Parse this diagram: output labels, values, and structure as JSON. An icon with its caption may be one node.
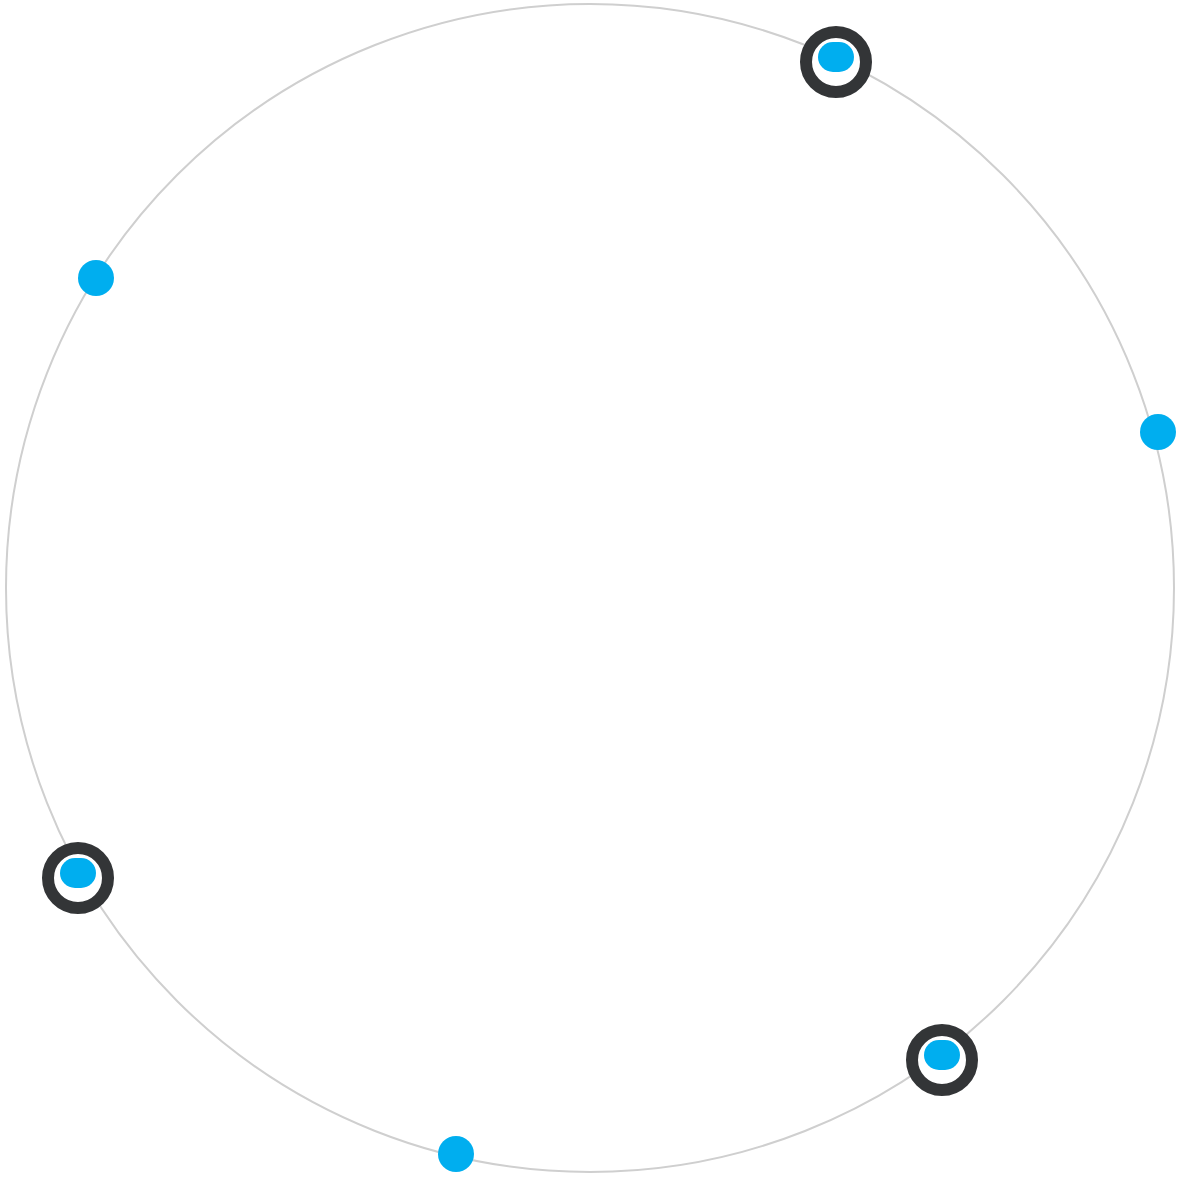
{
  "diagram": {
    "nodes": [
      {
        "text": [],
        "shape": "ring"
      },
      {
        "text": [],
        "shape": "circle"
      },
      {
        "text": [],
        "shape": "circle"
      },
      {
        "text": [],
        "shape": "ring"
      },
      {
        "text": [],
        "shape": "ring"
      },
      {
        "text": [],
        "shape": "circle"
      }
    ]
  }
}
